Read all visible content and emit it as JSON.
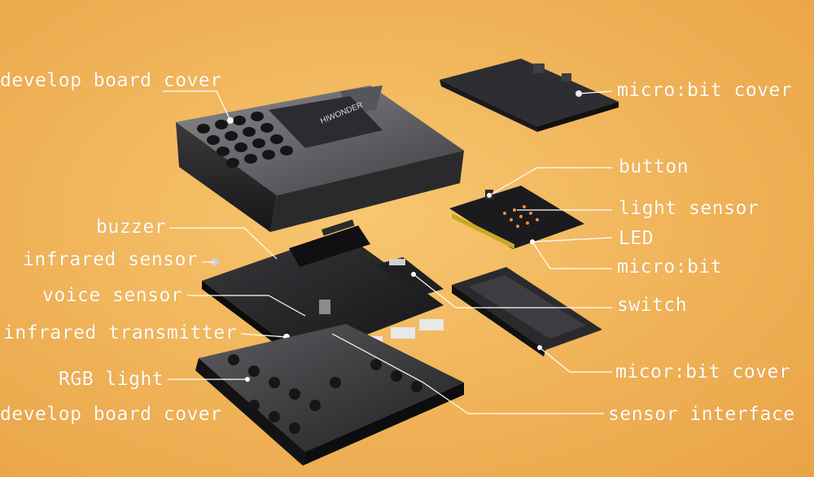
{
  "labels": {
    "develop_board_cover_top": "develop board cover",
    "microbit_cover_top": "micro:bit cover",
    "button": "button",
    "light_sensor": "light sensor",
    "led": "LED",
    "microbit": "micro:bit",
    "buzzer": "buzzer",
    "infrared_sensor": "infrared sensor",
    "voice_sensor": "voice sensor",
    "infrared_transmitter": "infrared transmitter",
    "switch": "switch",
    "rgb_light": "RGB light",
    "micor_bit_cover": "micor:bit cover",
    "develop_board_cover_bottom": "develop board cover",
    "sensor_interface": "sensor interface"
  },
  "brand": "HIWONDER"
}
